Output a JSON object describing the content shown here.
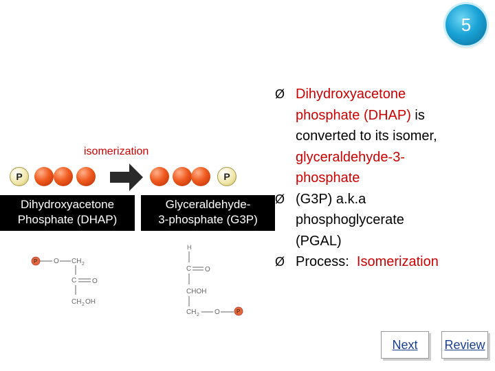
{
  "badge": {
    "number": "5"
  },
  "diagram": {
    "isomerization_label": "isomerization",
    "phosphate_symbol": "P",
    "left_box": {
      "line1": "Dihydroxyacetone",
      "line2": "Phosphate (DHAP)"
    },
    "right_box": {
      "line1": "Glyceraldehyde-",
      "line2": "3-phosphate (G3P)"
    },
    "dhap_structure": {
      "p": "P",
      "o1": "O",
      "ch2_top": "CH",
      "sub2a": "2",
      "c_mid": "C",
      "o2": "O",
      "ch2oh": "CH",
      "sub2b": "2",
      "oh": "OH"
    },
    "g3p_structure": {
      "h": "H",
      "c_top": "C",
      "o1": "O",
      "chohe": "CHOH",
      "ch2": "CH",
      "sub2": "2",
      "o2": "O",
      "p": "P"
    }
  },
  "bullets": {
    "marker": "Ø",
    "b1_red1": "Dihydroxyacetone",
    "b1_red2": "phosphate (DHAP)",
    "b1_blk1": " is",
    "b1_blk2": "converted to its isomer,",
    "b1_red3": "glyceraldehyde-3-",
    "b1_red4": "phosphate",
    "b2_line1": "(G3P) a.k.a",
    "b2_line2": "phosphoglycerate",
    "b2_line3": "(PGAL)",
    "b3_blk": "Process:  ",
    "b3_red": "Isomerization"
  },
  "nav": {
    "next": "Next",
    "review": "Review"
  },
  "colors": {
    "accent_red": "#cc0000",
    "badge_blue": "#1aa3d6",
    "link_blue": "#1a3d8f"
  }
}
